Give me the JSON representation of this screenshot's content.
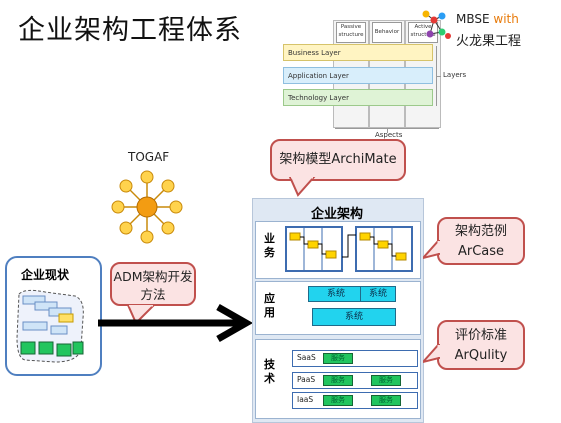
{
  "title": "企业架构工程体系",
  "mbse": {
    "title": "MBSE",
    "with": "with",
    "subtitle": "火龙果工程"
  },
  "archimate": {
    "aspects": [
      "Passive\nstructure",
      "Behavior",
      "Active\nstructure"
    ],
    "layers": [
      "Business Layer",
      "Application Layer",
      "Technology Layer"
    ],
    "layers_label": "Layers",
    "aspects_label": "Aspects"
  },
  "togaf": {
    "label": "TOGAF"
  },
  "callouts": {
    "archimate": "架构模型ArchiMate",
    "adm": "ADM架构开发方法",
    "arcase_title": "架构范例",
    "arcase_sub": "ArCase",
    "arqulity_title": "评价标准",
    "arqulity_sub": "ArQulity"
  },
  "current_state": {
    "title": "企业现状"
  },
  "enterprise_arch": {
    "title": "企业架构",
    "business_label": "业务",
    "application_label": "应用",
    "tech_label": "技术",
    "app_boxes": [
      "系统",
      "系统",
      "系统"
    ],
    "tech_rows": [
      {
        "name": "SaaS",
        "services": [
          "服务"
        ]
      },
      {
        "name": "PaaS",
        "services": [
          "服务",
          "服务"
        ]
      },
      {
        "name": "IaaS",
        "services": [
          "服务",
          "服务"
        ]
      }
    ]
  },
  "colors": {
    "callout_fill": "#fbe3e3",
    "callout_border": "#c0504d",
    "enterprise_panel": "#dfe8f3",
    "business_layer": "#fff4c2",
    "application_layer": "#d8eefb",
    "technology_layer": "#dff3d6",
    "system_box": "#22d3ee",
    "service_box": "#22c55e",
    "current_state_border": "#4f7fc0"
  }
}
